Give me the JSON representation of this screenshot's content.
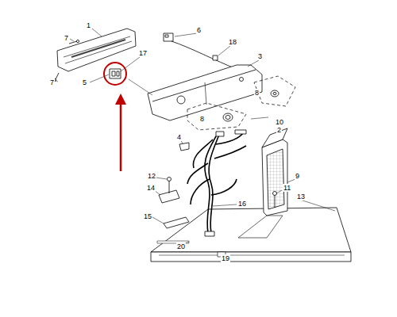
{
  "diagram": {
    "labels": [
      "1",
      "7",
      "6",
      "18",
      "3",
      "17",
      "5",
      "7",
      "8",
      "10",
      "8",
      "2",
      "4",
      "12",
      "9",
      "14",
      "11",
      "13",
      "16",
      "15",
      "20",
      "19"
    ]
  }
}
